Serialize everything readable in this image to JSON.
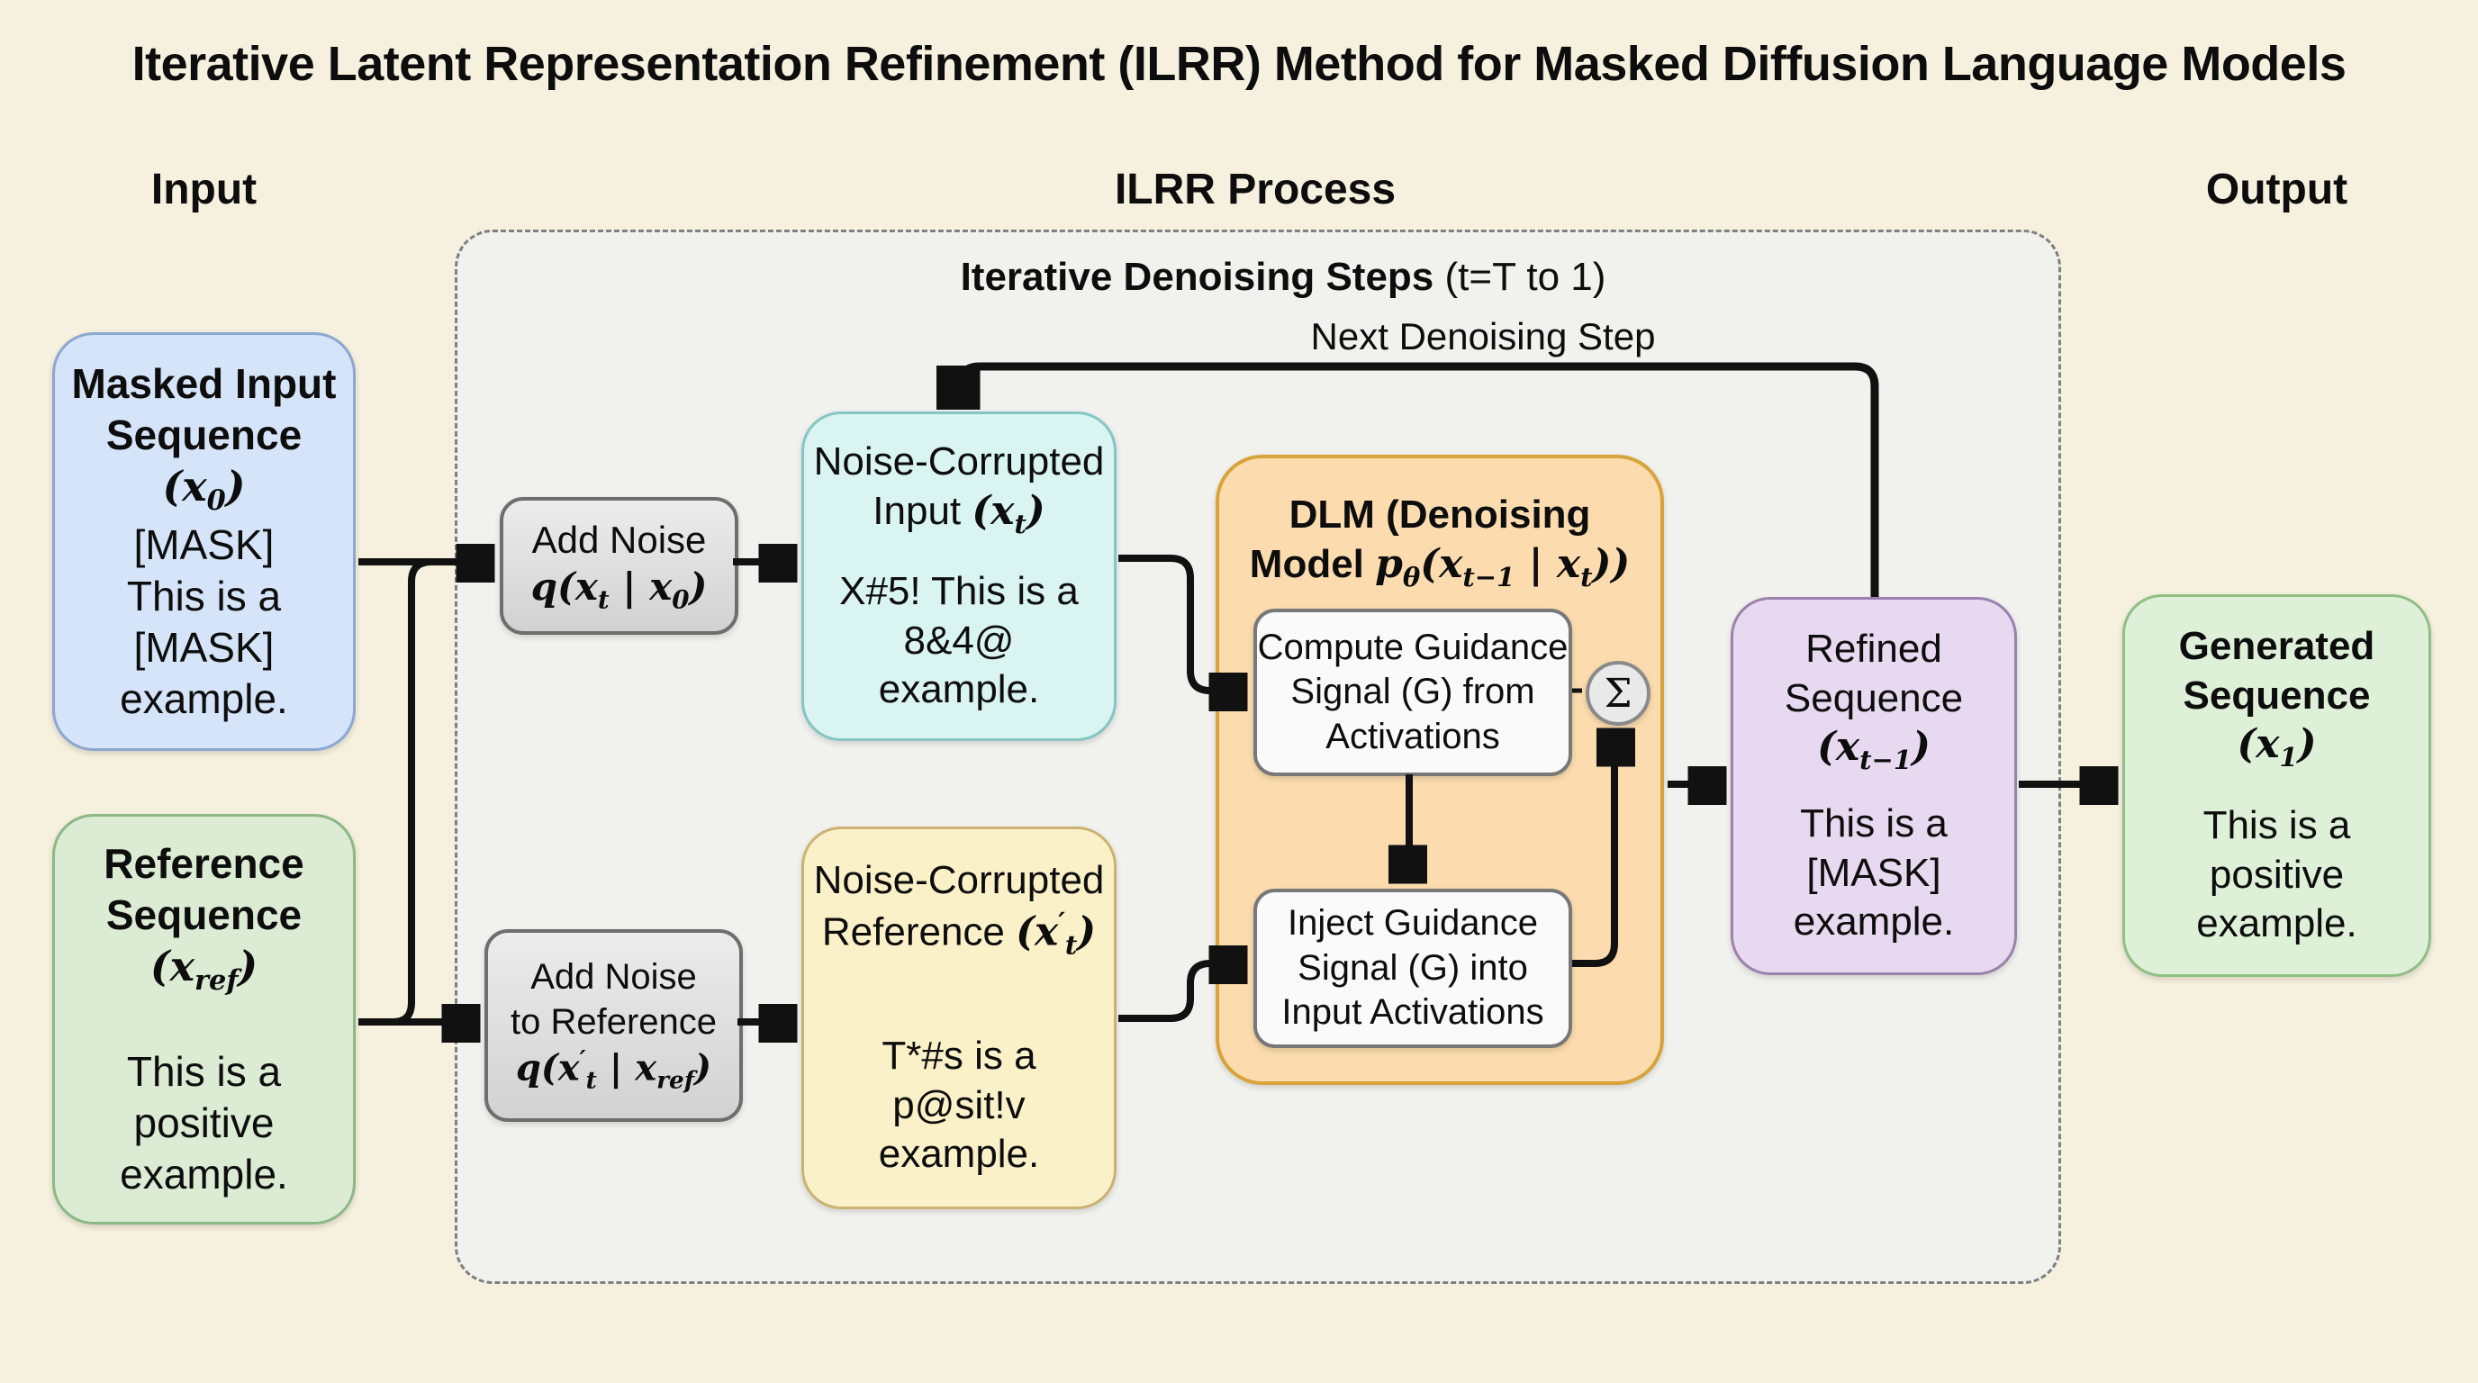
{
  "title": "Iterative Latent Representation Refinement (ILRR) Method for Masked Diffusion Language Models",
  "headers": {
    "input": "Input",
    "process": "ILRR Process",
    "output": "Output"
  },
  "process": {
    "steps_label": [
      {
        "b": "Iterative Denoising Steps"
      },
      {
        "t": " (t=T to 1)"
      }
    ],
    "next_step_label": "Next Denoising Step"
  },
  "boxes": {
    "masked_input": {
      "title1": "Masked Input",
      "title2": "Sequence",
      "title3": [
        {
          "m": "(x"
        },
        {
          "sub": "0"
        },
        {
          "m": ")"
        }
      ],
      "body": [
        "[MASK]",
        "This is a",
        "[MASK]",
        "example."
      ]
    },
    "reference": {
      "title1": "Reference",
      "title2": "Sequence",
      "title3": [
        {
          "m": "(x"
        },
        {
          "sub": "ref"
        },
        {
          "m": ")"
        }
      ],
      "body": [
        "This is a",
        "positive",
        "example."
      ]
    },
    "add_noise": {
      "line1": "Add Noise",
      "line2": [
        {
          "m": "q(x"
        },
        {
          "sub": "t"
        },
        {
          "m": " | x"
        },
        {
          "sub": "0"
        },
        {
          "m": ")"
        }
      ]
    },
    "add_noise_ref": {
      "line1": "Add Noise",
      "line2": "to Reference",
      "line3": [
        {
          "m": "q(x"
        },
        {
          "sup": "′"
        },
        {
          "sub": "t"
        },
        {
          "m": " | x"
        },
        {
          "sub": "ref"
        },
        {
          "m": ")"
        }
      ]
    },
    "noise_input": {
      "title1": "Noise-Corrupted",
      "title2": [
        {
          "t": "Input "
        },
        {
          "m": "(x"
        },
        {
          "sub": "t"
        },
        {
          "m": ")"
        }
      ],
      "body": [
        "X#5! This is a",
        "8&4@",
        "example."
      ]
    },
    "noise_reference": {
      "title1": "Noise-Corrupted",
      "title2": [
        {
          "t": "Reference "
        },
        {
          "m": "(x"
        },
        {
          "sup": "′"
        },
        {
          "sub": "t"
        },
        {
          "m": ")"
        }
      ],
      "body": [
        "T*#s is a",
        "p@sit!v",
        "example."
      ]
    },
    "dlm": {
      "title1": "DLM (Denoising",
      "title2": [
        {
          "b": "Model "
        },
        {
          "m": "p"
        },
        {
          "sub": "θ"
        },
        {
          "m": "(x"
        },
        {
          "sub": "t−1"
        },
        {
          "m": " | x"
        },
        {
          "sub": "t"
        },
        {
          "m": "))"
        }
      ]
    },
    "compute": {
      "lines": [
        "Compute Guidance",
        "Signal (G) from",
        "Activations"
      ]
    },
    "inject": {
      "lines": [
        "Inject Guidance",
        "Signal (G) into",
        "Input Activations"
      ]
    },
    "sigma": "Σ",
    "refined": {
      "title1": "Refined",
      "title2": "Sequence",
      "title3": [
        {
          "m": "(x"
        },
        {
          "sub": "t−1"
        },
        {
          "m": ")"
        }
      ],
      "body": [
        "This is a",
        "[MASK]",
        "example."
      ]
    },
    "generated": {
      "title1": "Generated",
      "title2": "Sequence",
      "title3": [
        {
          "m": "(x"
        },
        {
          "sub": "1"
        },
        {
          "m": ")"
        }
      ],
      "body": [
        "This is a",
        "positive",
        "example."
      ]
    }
  },
  "colors": {
    "page_bg": "#f6f0de",
    "process_bg": "#f1f1ee",
    "masked_input": {
      "fill": "#d5e4f8",
      "border": "#8ba7d2"
    },
    "reference": {
      "fill": "#dcebd4",
      "border": "#8db884"
    },
    "noise_ops": {
      "fill": "#e0e0e0",
      "border": "#6e6e6e"
    },
    "noise_input": {
      "fill": "#d9f4f1",
      "border": "#85c6c2"
    },
    "noise_reference": {
      "fill": "#fbf1c9",
      "border": "#ccb272"
    },
    "dlm": {
      "fill": "#fcdcae",
      "border": "#d8a33b"
    },
    "inner_steps": {
      "fill": "#fafafa",
      "border": "#787878"
    },
    "refined": {
      "fill": "#e7d9ef",
      "border": "#9b82ae"
    },
    "generated": {
      "fill": "#def0d8",
      "border": "#8fbf85"
    },
    "arrow": "#111111"
  }
}
